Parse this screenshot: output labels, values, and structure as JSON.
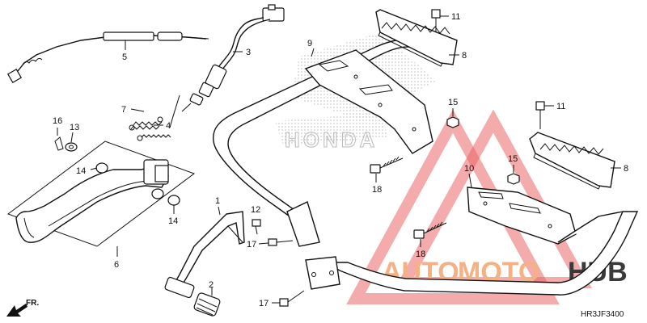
{
  "callouts": {
    "c1": "1",
    "c2": "2",
    "c3": "3",
    "c4": "4",
    "c5": "5",
    "c6": "6",
    "c7": "7",
    "c8a": "8",
    "c8b": "8",
    "c9": "9",
    "c10": "10",
    "c11a": "11",
    "c11b": "11",
    "c12": "12",
    "c13": "13",
    "c14a": "14",
    "c14b": "14",
    "c15a": "15",
    "c15b": "15",
    "c16": "16",
    "c17a": "17",
    "c17b": "17",
    "c18a": "18",
    "c18b": "18"
  },
  "direction_label": "FR.",
  "diagram_code": "HR3JF3400",
  "watermark": {
    "auto": "AUTO",
    "moto": "MOTO",
    "hub": "HUB",
    "auto_color": "#f4b183",
    "moto_color": "#f4b183",
    "hub_color": "#3a3a3a",
    "triangle_color": "#e84a4a"
  },
  "brand_mark": "HONDA"
}
